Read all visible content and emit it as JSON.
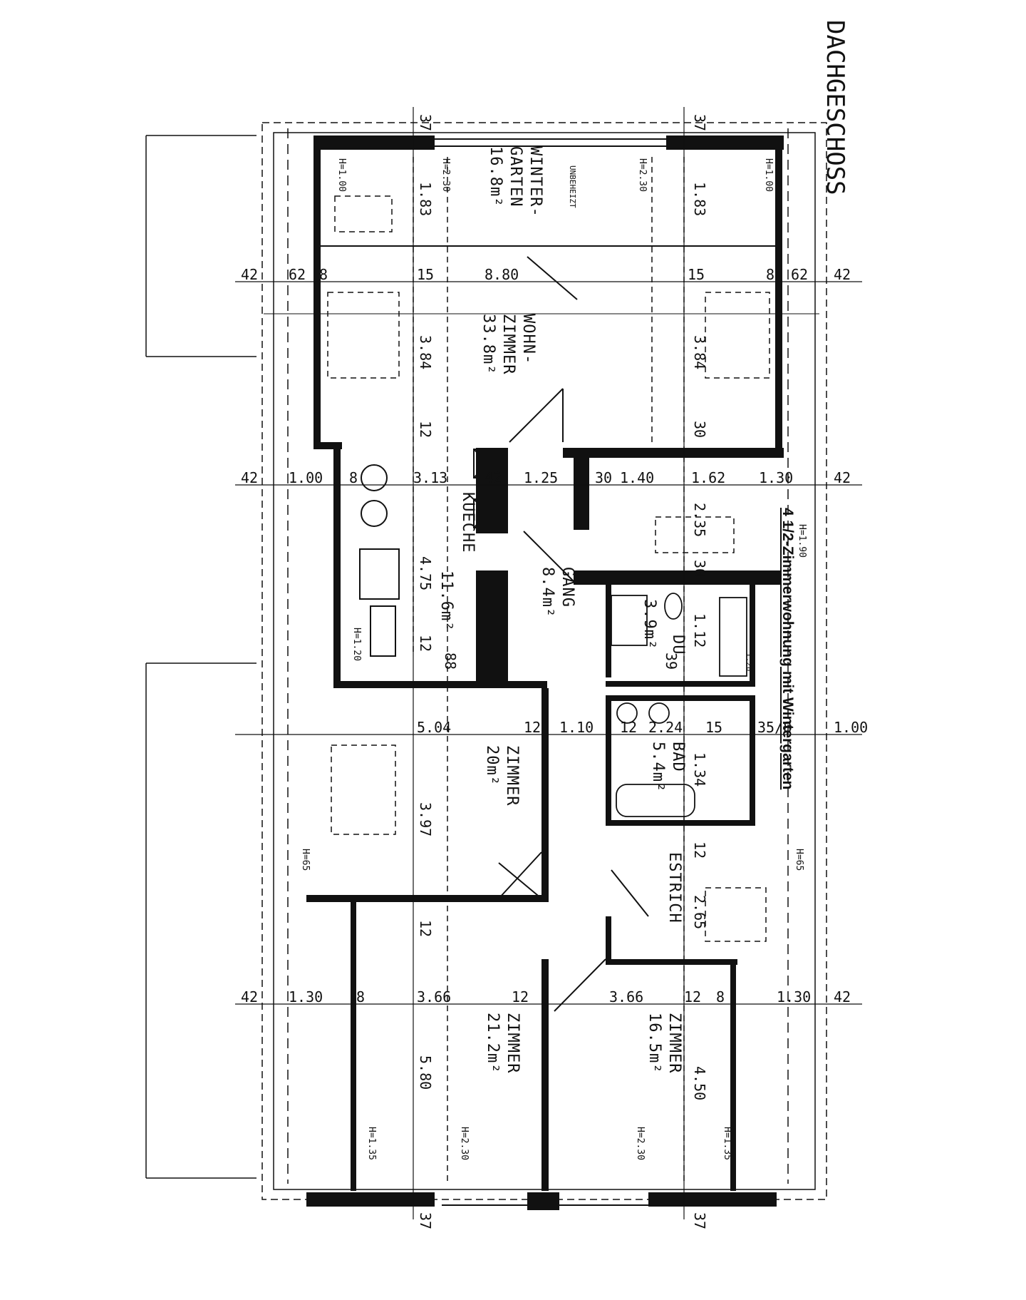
{
  "title": "DACHGESCHOSS",
  "subtitle": "4 1/2-Zimmerwohnung mit Wintergarten",
  "rooms": [
    {
      "key": "wintergarten",
      "line1": "WINTER-",
      "line2": "GARTEN",
      "area": "16.8m²",
      "note": "UNBEHEIZT"
    },
    {
      "key": "wohnzimmer",
      "line1": "WOHN-",
      "line2": "ZIMMER",
      "area": "33.8m²"
    },
    {
      "key": "kueche",
      "line1": "KUECHE",
      "line2": "",
      "area": "11.6m²"
    },
    {
      "key": "gang",
      "line1": "GANG",
      "line2": "",
      "area": "8.4m²"
    },
    {
      "key": "dusche",
      "line1": "DU",
      "line2": "",
      "area": "3.9m²"
    },
    {
      "key": "bad",
      "line1": "BAD",
      "line2": "",
      "area": "5.4m²"
    },
    {
      "key": "zimmer1",
      "line1": "ZIMMER",
      "line2": "",
      "area": "20m²"
    },
    {
      "key": "zimmer2",
      "line1": "ZIMMER",
      "line2": "",
      "area": "21.2m²"
    },
    {
      "key": "zimmer3",
      "line1": "ZIMMER",
      "line2": "",
      "area": "16.5m²"
    },
    {
      "key": "estrich",
      "line1": "ESTRICH",
      "line2": "",
      "area": ""
    }
  ],
  "heights": {
    "h100": "H=1.00",
    "h230": "H=2.30",
    "h190": "H=1.90",
    "h120": "H=1.20",
    "h65": "H=65",
    "h135": "H=1.35"
  },
  "dimensions": {
    "row1": [
      "42",
      "62",
      "8",
      "15",
      "8.80",
      "15",
      "8",
      "62",
      "42"
    ],
    "row2": [
      "42",
      "1.00",
      "8",
      "3.13",
      "42",
      "1.25",
      "30",
      "1.40",
      "1.62",
      "1.30",
      "42"
    ],
    "row3": [
      "5.04",
      "12",
      "1.10",
      "12",
      "2.24",
      "15",
      "35/8",
      "1.00"
    ],
    "row4": [
      "42",
      "1.30",
      "8",
      "3.66",
      "12",
      "3.66",
      "12",
      "8",
      "1.30",
      "42"
    ],
    "vertical": [
      "37",
      "37",
      "37",
      "37",
      "1.83",
      "1.83",
      "3.84",
      "3.84",
      "12",
      "30",
      "4.75",
      "12",
      "88",
      "2.35",
      "30",
      "1.12",
      "39",
      "1.34",
      "3.97",
      "12",
      "2.65",
      "12",
      "5.80",
      "4.50",
      "1.20"
    ]
  }
}
